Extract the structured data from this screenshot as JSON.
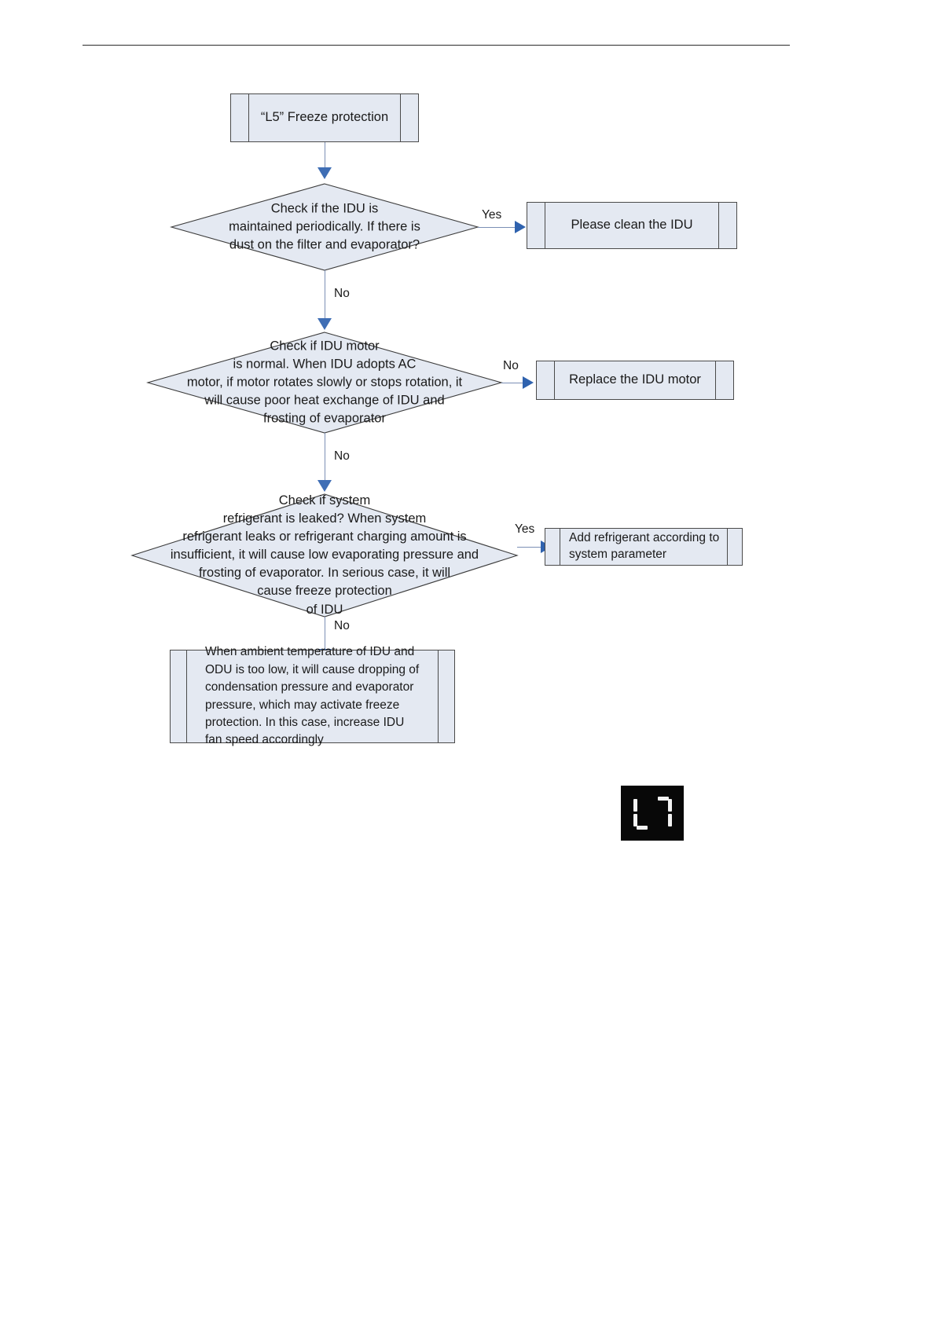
{
  "page": {
    "rule_present": true
  },
  "flowchart": {
    "title_node": {
      "label": "“L5” Freeze protection",
      "shape": "predefined-process"
    },
    "decisions": [
      {
        "id": "check-maintenance",
        "text": "Check if the IDU is\nmaintained periodically. If there is\ndust on the filter and evaporator?",
        "branch_out_label": "Yes",
        "branch_down_label": "No"
      },
      {
        "id": "check-idu-motor",
        "text": "Check if IDU motor\nis normal. When IDU adopts AC\nmotor, if motor rotates slowly or stops rotation, it\nwill cause poor heat exchange of IDU and\nfrosting of evaporator",
        "branch_out_label": "No",
        "branch_down_label": "No"
      },
      {
        "id": "check-refrigerant-leak",
        "text": "Check if system\nrefrigerant is leaked? When system\nrefrigerant leaks or refrigerant charging amount is\ninsufficient, it will cause low evaporating pressure and\nfrosting of evaporator. In serious case, it will\ncause freeze protection\nof IDU",
        "branch_out_label": "Yes",
        "branch_down_label": "No"
      }
    ],
    "actions": [
      {
        "id": "clean-idu",
        "text": "Please clean the IDU"
      },
      {
        "id": "replace-idu-motor",
        "text": "Replace the IDU motor"
      },
      {
        "id": "add-refrigerant",
        "text": "Add refrigerant according to\nsystem parameter"
      }
    ],
    "final_note": {
      "id": "ambient-temperature-note",
      "text": "When ambient temperature of IDU and\nODU is too low, it will cause dropping of\ncondensation pressure and evaporator\npressure, which may activate freeze\nprotection. In this case, increase IDU\nfan speed accordingly"
    },
    "colors": {
      "node_fill": "#e4e9f2",
      "node_border": "#4a4a4a",
      "connector": "#7b8fb5",
      "arrow": "#3f62ae",
      "led_background": "#080808",
      "led_segment": "#f2f2f2"
    }
  },
  "led_display": {
    "value": "L7",
    "digits": [
      {
        "char": "L",
        "segments": [
          "f",
          "e",
          "d"
        ]
      },
      {
        "char": "7",
        "segments": [
          "a",
          "b",
          "c"
        ]
      }
    ]
  }
}
